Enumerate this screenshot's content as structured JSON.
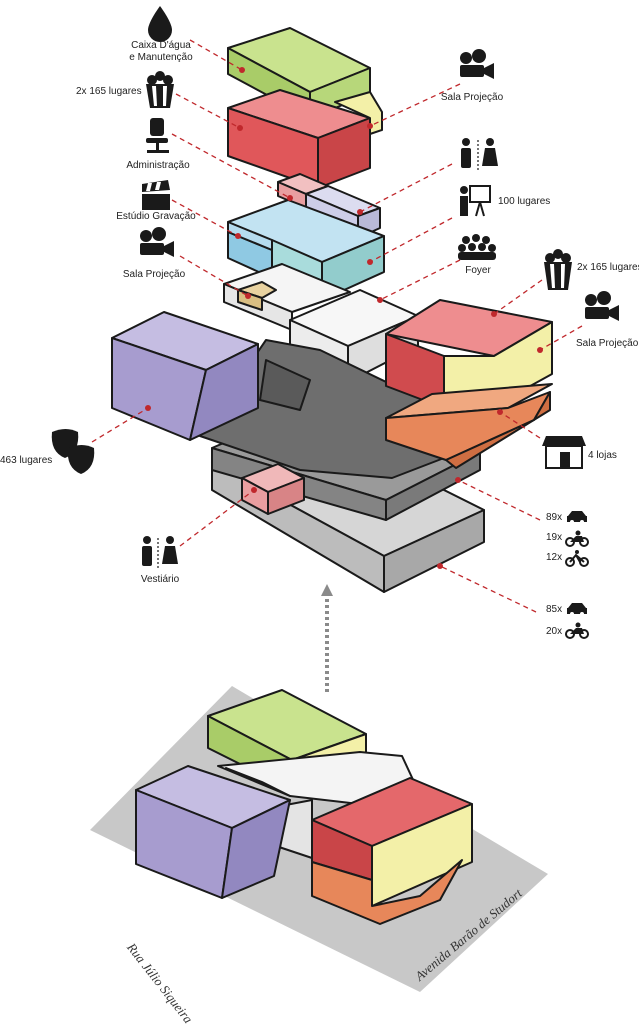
{
  "labels": {
    "caixa_agua_1": "Caixa D'água",
    "caixa_agua_2": "e Manutenção",
    "lugares_165_left": "2x 165 lugares",
    "administracao": "Administração",
    "estudio_gravacao": "Estúdio Gravação",
    "sala_projecao_left": "Sala Projeção",
    "lugares_463": "463 lugares",
    "vestiario": "Vestiário",
    "sala_projecao_top": "Sala Projeção",
    "lugares_100": "100 lugares",
    "foyer": "Foyer",
    "lugares_165_right": "2x 165 lugares",
    "sala_projecao_right": "Sala Projeção",
    "lojas": "4 lojas",
    "parking_upper": [
      {
        "count": "89x",
        "icon": "car-icon"
      },
      {
        "count": "19x",
        "icon": "motorcycle-icon"
      },
      {
        "count": "12x",
        "icon": "bicycle-icon"
      }
    ],
    "parking_lower": [
      {
        "count": "85x",
        "icon": "car-icon"
      },
      {
        "count": "20x",
        "icon": "motorcycle-icon"
      }
    ]
  },
  "streets": {
    "left": "Rua Júlio Siqueira",
    "right": "Avenida Barão de Studort"
  },
  "colors": {
    "green": "#b7d77a",
    "red": "#e0575a",
    "yellow": "#f3f0a8",
    "purple": "#a79ccf",
    "blue": "#8fc9e3",
    "cyan": "#a9dcdc",
    "orange": "#e7875a",
    "pink": "#e99ea0",
    "lavender": "#cdcde8",
    "tan": "#e8d2a0",
    "dark_gray": "#707070",
    "mid_gray": "#9a9a9a",
    "light_gray": "#c8c8c8",
    "leader": "#c0282c"
  }
}
